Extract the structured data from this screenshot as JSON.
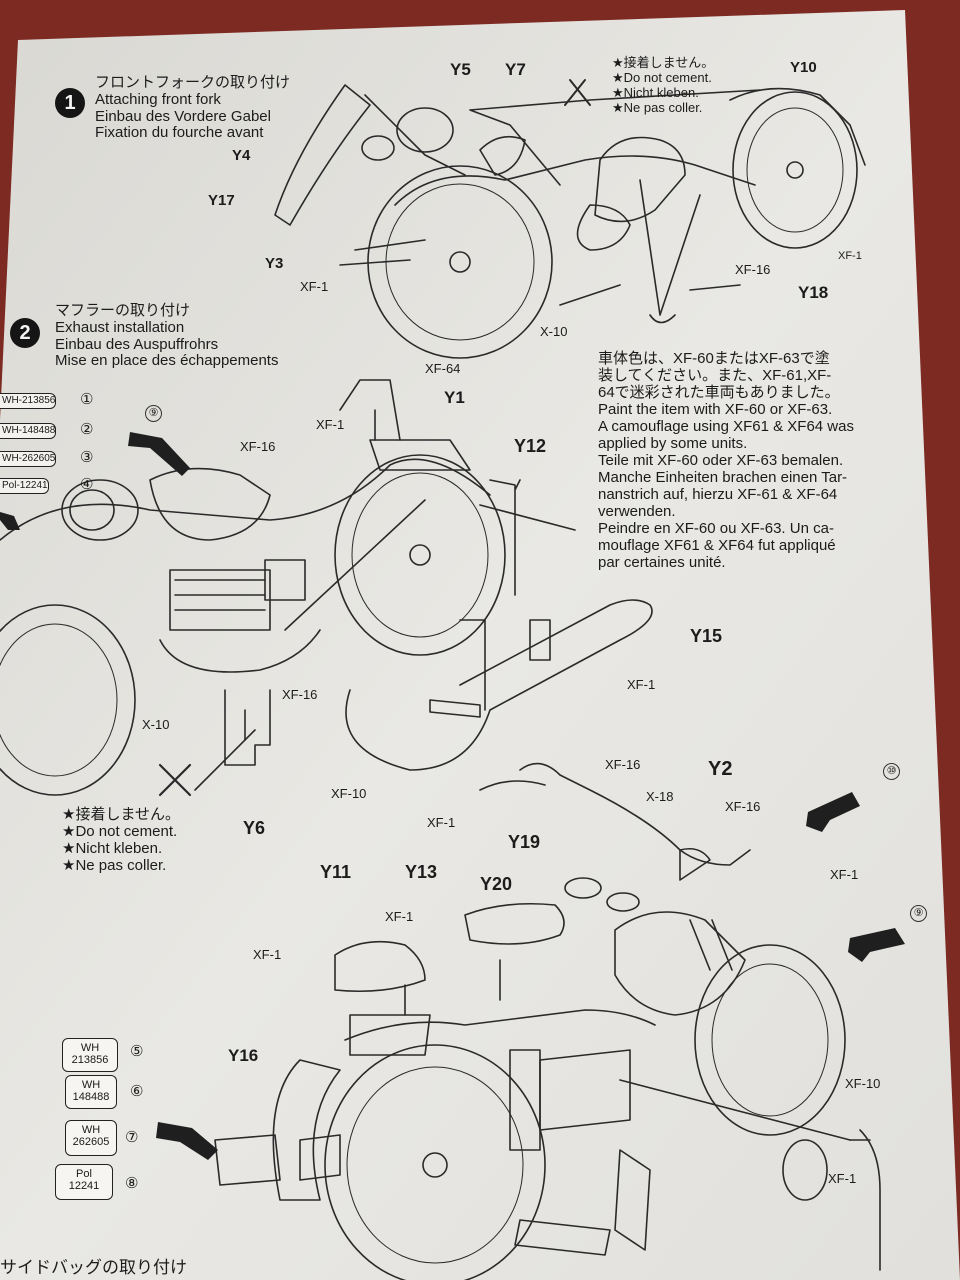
{
  "step1": {
    "number": "1",
    "title_jp": "フロントフォークの取り付け",
    "title_en": "Attaching front fork",
    "title_de": "Einbau des Vordere Gabel",
    "title_fr": "Fixation du fourche avant",
    "note": [
      "★接着しません。",
      "★Do not cement.",
      "★Nicht kleben.",
      "★Ne pas coller."
    ],
    "labels": {
      "y5": "Y5",
      "y7": "Y7",
      "y10": "Y10",
      "y4": "Y4",
      "y17": "Y17",
      "y3": "Y3",
      "y18": "Y18"
    },
    "paints": {
      "xf1a": "XF-1",
      "xf16": "XF-16",
      "xf1b": "XF-1",
      "x10": "X-10"
    }
  },
  "step2": {
    "number": "2",
    "title_jp": "マフラーの取り付け",
    "title_en": "Exhaust installation",
    "title_de": "Einbau des Auspuffrohrs",
    "title_fr": "Mise en place des échappements",
    "labels": {
      "y1": "Y1",
      "y12": "Y12",
      "y15": "Y15",
      "y6": "Y6"
    },
    "paints": {
      "xf64": "XF-64",
      "xf1": "XF-1",
      "xf16a": "XF-16",
      "xf16b": "XF-16",
      "x10": "X-10",
      "xf10": "XF-10",
      "xf1b": "XF-1"
    },
    "note": [
      "★接着しません。",
      "★Do not cement.",
      "★Nicht kleben.",
      "★Ne pas coller."
    ],
    "ref9": "⑨",
    "side_tabs": [
      {
        "text": "WH-213856",
        "num": "①"
      },
      {
        "text": "WH-148488",
        "num": "②"
      },
      {
        "text": "WH-262605",
        "num": "③"
      },
      {
        "text": "Pol-12241",
        "num": "④"
      }
    ]
  },
  "paint_note": {
    "jp": [
      "車体色は、XF-60またはXF-63で塗",
      "装してください。また、XF-61,XF-",
      "64で迷彩された車両もありました。"
    ],
    "en": [
      "Paint the item with XF-60 or XF-63.",
      "A camouflage using XF61 & XF64 was",
      "applied by some units."
    ],
    "de": [
      "Teile mit XF-60 oder XF-63 bemalen.",
      "Manche Einheiten brachen einen Tar-",
      "nanstrich auf, hierzu XF-61 & XF-64",
      "verwenden."
    ],
    "fr": [
      "Peindre en XF-60 ou XF-63. Un ca-",
      "mouflage XF61 & XF64 fut appliqué",
      "par certaines unité."
    ]
  },
  "step3": {
    "labels": {
      "y2": "Y2",
      "y19": "Y19",
      "y11": "Y11",
      "y13": "Y13",
      "y20": "Y20",
      "y16": "Y16"
    },
    "paints": {
      "xf16a": "XF-16",
      "x18": "X-18",
      "xf1a": "XF-1",
      "xf16b": "XF-16",
      "xf1b": "XF-1",
      "xf1c": "XF-1",
      "xf1d": "XF-1",
      "xf10": "XF-10",
      "xf1e": "XF-1"
    },
    "ref10": "⑩",
    "ref9": "⑨",
    "plates": [
      {
        "line1": "WH",
        "line2": "213856",
        "num": "⑤"
      },
      {
        "line1": "WH",
        "line2": "148488",
        "num": "⑥"
      },
      {
        "line1": "WH",
        "line2": "262605",
        "num": "⑦"
      },
      {
        "line1": "Pol",
        "line2": "12241",
        "num": "⑧"
      }
    ]
  },
  "step4_partial": {
    "title_jp": "サイドバッグの取り付け"
  }
}
